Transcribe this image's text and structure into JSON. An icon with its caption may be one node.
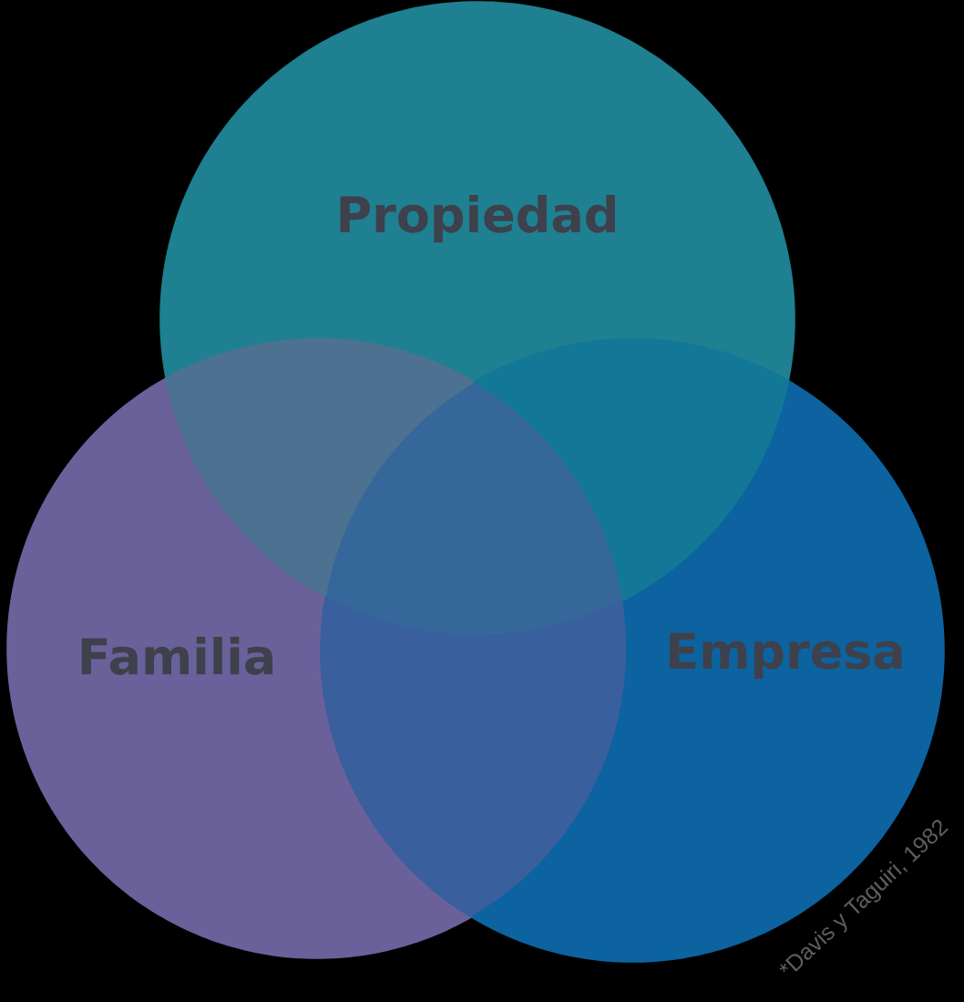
{
  "diagram": {
    "nodes": [
      {
        "text": [
          "Propiedad"
        ]
      },
      {
        "text": [
          "Familia"
        ]
      },
      {
        "text": [
          "Empresa"
        ]
      }
    ],
    "labels": [
      "*Davis y Taguiri, 1982"
    ]
  }
}
